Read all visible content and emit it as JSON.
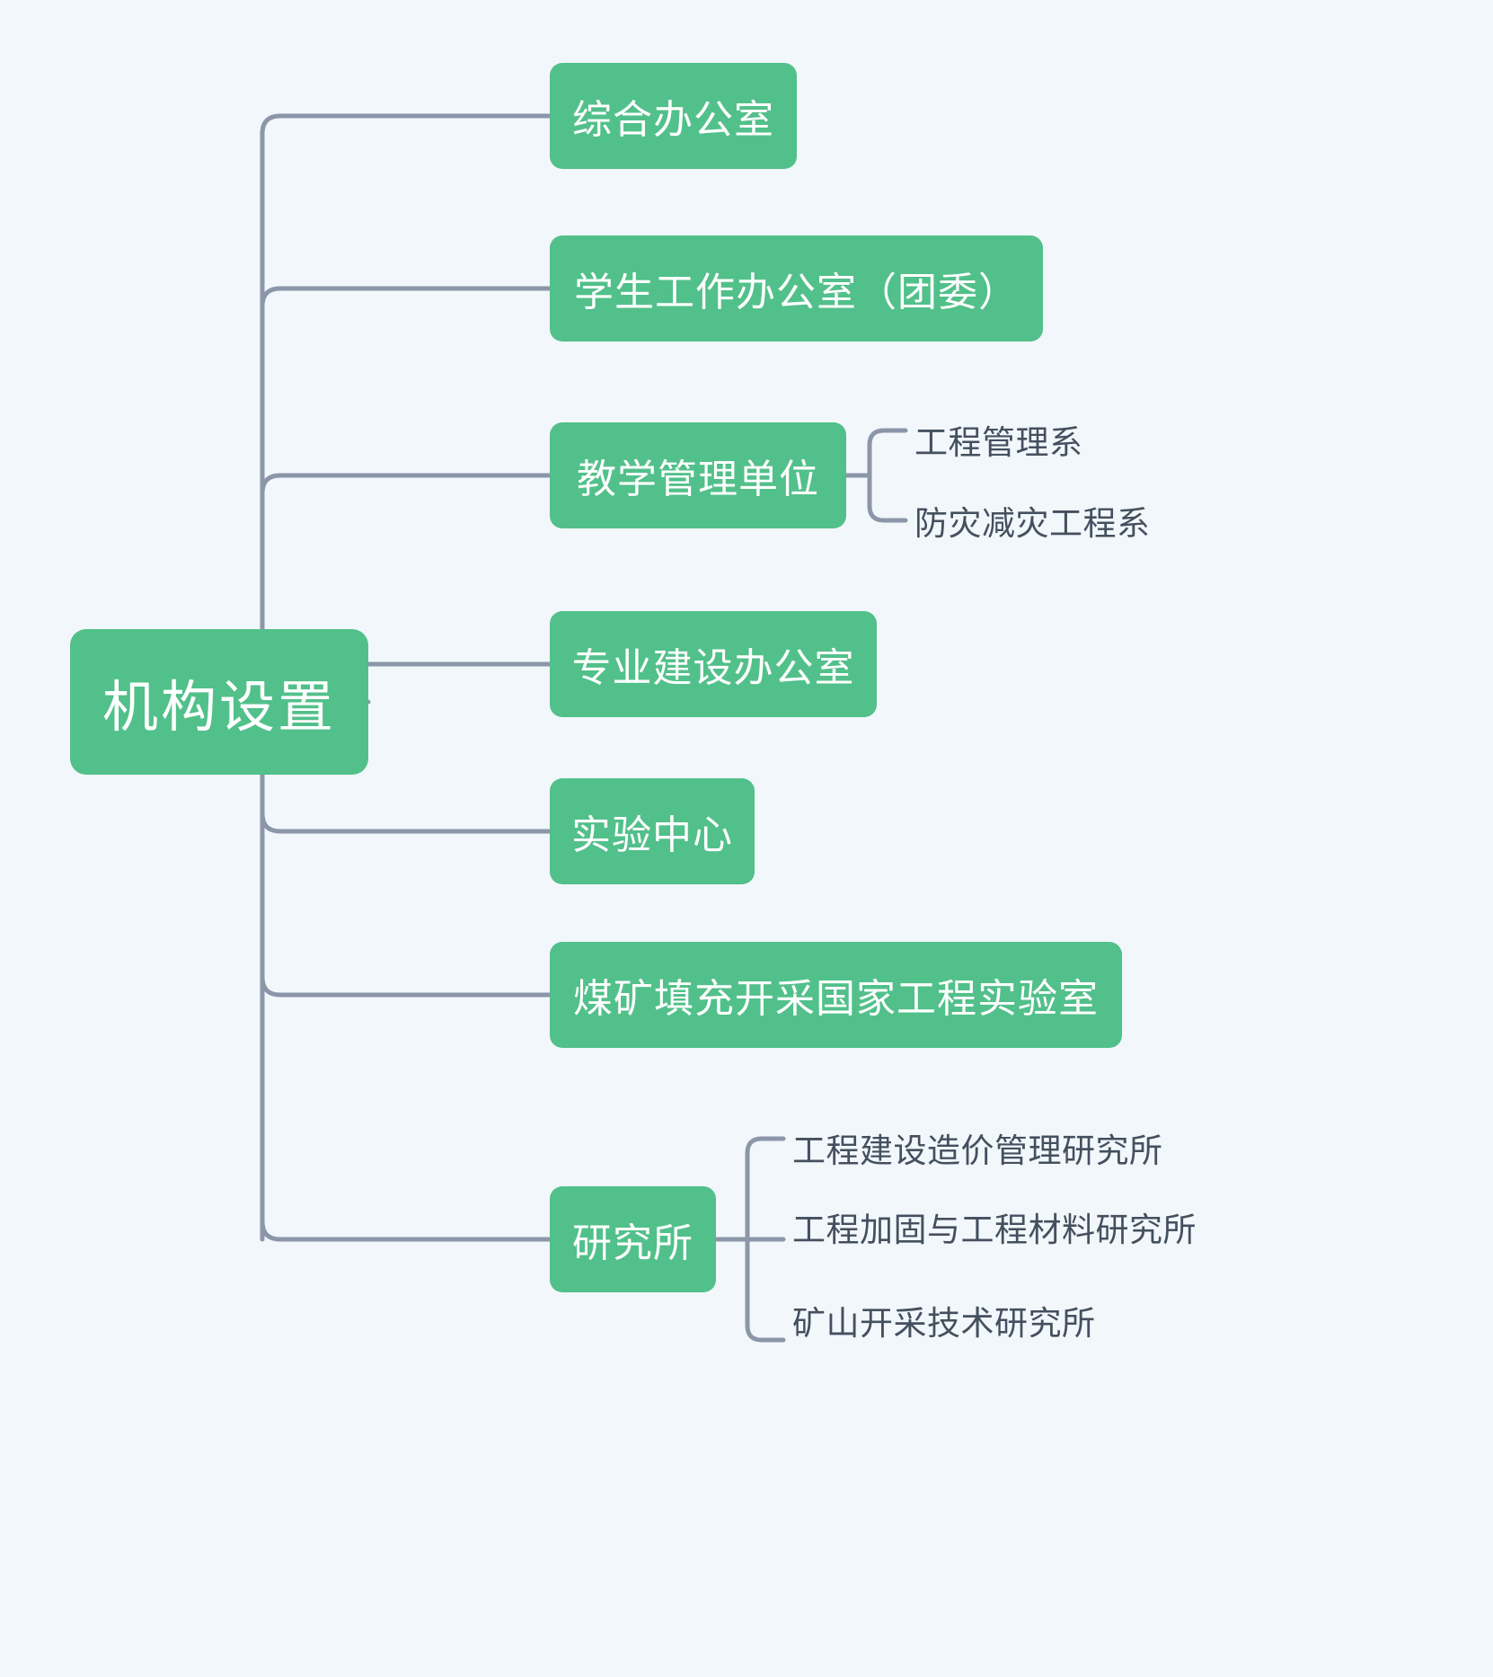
{
  "diagram": {
    "type": "mind-map",
    "title": "机构设置",
    "background_color": "#f2f7fb",
    "node_color": "#52c08a",
    "node_text_color": "#ffffff",
    "connector_color": "#8b97a8",
    "leaf_text_color": "#44505f",
    "root": {
      "label": "机构设置"
    },
    "children": [
      {
        "label": "综合办公室",
        "children": []
      },
      {
        "label": "学生工作办公室（团委）",
        "children": []
      },
      {
        "label": "教学管理单位",
        "children": [
          {
            "label": "工程管理系"
          },
          {
            "label": "防灾减灾工程系"
          }
        ]
      },
      {
        "label": "专业建设办公室",
        "children": []
      },
      {
        "label": "实验中心",
        "children": []
      },
      {
        "label": "煤矿填充开采国家工程实验室",
        "children": []
      },
      {
        "label": "研究所",
        "children": [
          {
            "label": "工程建设造价管理研究所"
          },
          {
            "label": "工程加固与工程材料研究所"
          },
          {
            "label": "矿山开采技术研究所"
          }
        ]
      }
    ]
  }
}
